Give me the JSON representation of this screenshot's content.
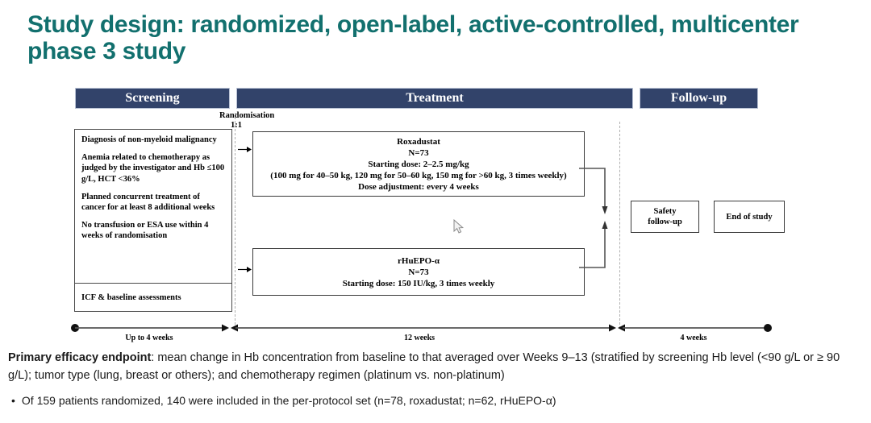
{
  "title": "Study design: randomized, open-label, active-controlled, multicenter phase 3 study",
  "colors": {
    "title_teal": "#12706e",
    "header_navy": "#32436a",
    "box_border": "#3a3a3a",
    "dash_gray": "#b0b0b0"
  },
  "phases": [
    {
      "label": "Screening"
    },
    {
      "label": "Treatment"
    },
    {
      "label": "Follow-up"
    }
  ],
  "randomisation": {
    "line1": "Randomisation",
    "line2": "1:1"
  },
  "criteria": {
    "items": [
      "Diagnosis of non-myeloid malignancy",
      "Anemia related to chemotherapy as judged by the investigator and Hb ≤100 g/L, HCT <36%",
      "Planned concurrent treatment of cancer for at least 8 additional weeks",
      "No transfusion or ESA use within 4 weeks of randomisation"
    ],
    "footer": "ICF & baseline assessments"
  },
  "arms": [
    {
      "name": "Roxadustat",
      "n": "N=73",
      "lines": [
        "Starting dose: 2–2.5 mg/kg",
        "(100 mg for 40–50 kg, 120 mg for 50–60 kg, 150 mg for >60 kg, 3 times weekly)",
        "Dose adjustment: every 4 weeks"
      ]
    },
    {
      "name": "rHuEPO-α",
      "n": "N=73",
      "lines": [
        "Starting dose: 150 IU/kg, 3 times weekly"
      ]
    }
  ],
  "followup_boxes": [
    {
      "line1": "Safety",
      "line2": "follow-up"
    },
    {
      "line1": "End of study",
      "line2": ""
    }
  ],
  "timeline": {
    "segments": [
      {
        "label": "Up to 4 weeks"
      },
      {
        "label": "12 weeks"
      },
      {
        "label": "4 weeks"
      }
    ]
  },
  "endpoint": {
    "label": "Primary efficacy endpoint",
    "text": ": mean change in Hb concentration from baseline to that averaged over Weeks 9–13 (stratified by screening Hb level (<90 g/L or ≥ 90 g/L); tumor type (lung, breast or others); and chemotherapy regimen (platinum vs. non-platinum)"
  },
  "bullet": {
    "marker": "•",
    "text": "Of 159 patients randomized, 140 were included in the per-protocol set (n=78, roxadustat; n=62, rHuEPO-α)"
  }
}
